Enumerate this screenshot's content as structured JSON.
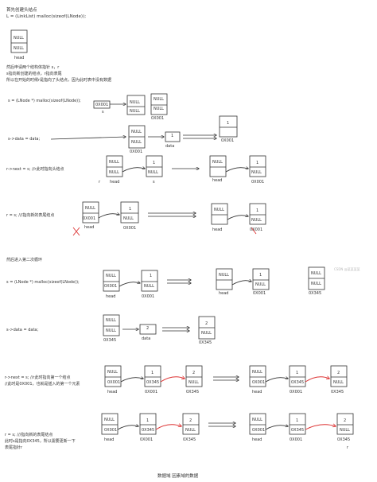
{
  "intro": {
    "line1": "首先创建头结点",
    "line2": "L = (LinkList) malloc(sizeof(LNode));",
    "head_label": "head",
    "null_label": "NULL"
  },
  "explain": {
    "line1": "然后申请两个结构体指针 s，r",
    "line2": "s指向新创建的结点，r指向表尾",
    "line3": "所以在开始的时候r是指向了头结点，因为此时表中没有数据"
  },
  "step_labels": {
    "s_malloc": "s = (LNode *) malloc(sizeof(LNode));",
    "s_data": "s->data = data;",
    "r_next": "r->next = s; //r此时指向头结点",
    "r_eq_s": "r = s;  ///指向新的表尾结点"
  },
  "section2": {
    "title": "然后进入第二次循环",
    "s_malloc": "s = (LNode *) malloc(sizeof(LNode));",
    "s_data": "s->data = data;",
    "r_next_1": "r->next = s; //r此时指向第一个结点",
    "r_next_2": "//此时是0X001，也就是插入的第一个元素",
    "r_eq_s_1": "r = s;  ///指向新的表尾结点",
    "r_eq_s_2": "此时s是指向0X345，所以需要更新一下",
    "r_eq_s_3": "表尾指针r"
  },
  "node_text": {
    "null": "NULL",
    "one": "1",
    "two": "2",
    "head": "head",
    "data": "data",
    "addr1": "0X001",
    "addr2": "0X345",
    "s": "s",
    "r": "r"
  },
  "footer": {
    "caption": "数据域    因素域的数据"
  },
  "watermark": "CSDN @某某某某"
}
